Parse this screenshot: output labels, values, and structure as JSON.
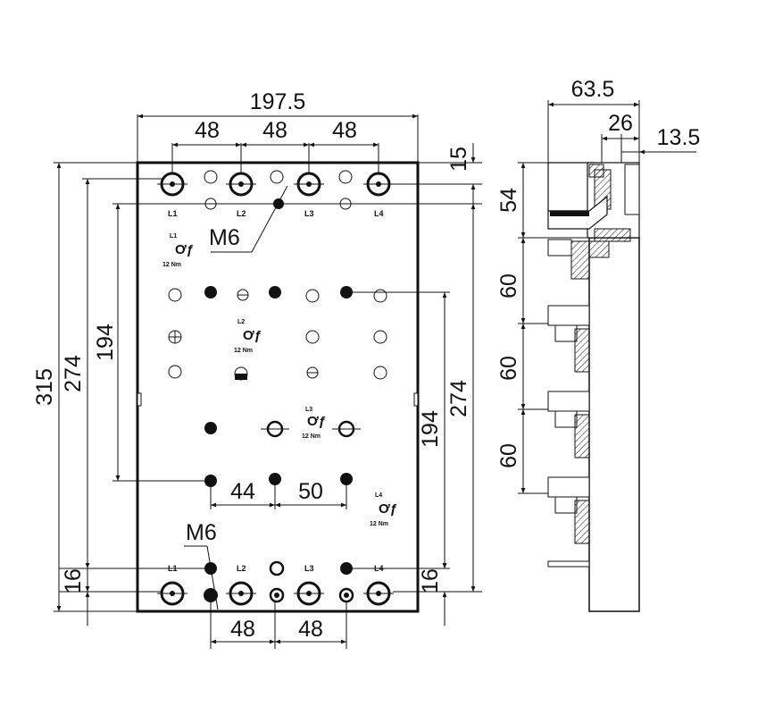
{
  "front_view": {
    "dim_total_width": "197.5",
    "dim_pitch": [
      "48",
      "48",
      "48"
    ],
    "dim_top_margin": "15",
    "dim_total_height": "315",
    "dim_left_inner_height": "274",
    "dim_left_mount_height": "194",
    "dim_right_inner_height": "274",
    "dim_right_mount_height": "194",
    "dim_bottom_left": "16",
    "dim_bottom_right": "16",
    "dim_hole_spacing": [
      "44",
      "50"
    ],
    "dim_bottom_pitch": [
      "48",
      "48"
    ],
    "thread_top": "M6",
    "thread_bottom": "M6",
    "terminal_labels_top": [
      "L1",
      "L2",
      "L3",
      "L4"
    ],
    "terminal_labels_bottom": [
      "L1",
      "L2",
      "L3",
      "L4"
    ]
  },
  "symbols": [
    {
      "top": "L1",
      "bottom": "12  Nm"
    },
    {
      "top": "L2",
      "bottom": "12  Nm"
    },
    {
      "top": "L3",
      "bottom": "12  Nm"
    },
    {
      "top": "L4",
      "bottom": "12  Nm"
    }
  ],
  "side_view": {
    "dim_depth": "63.5",
    "dim_rail_a": "26",
    "dim_rail_b": "13.5",
    "dim_heights": [
      "54",
      "60",
      "60",
      "60"
    ]
  }
}
